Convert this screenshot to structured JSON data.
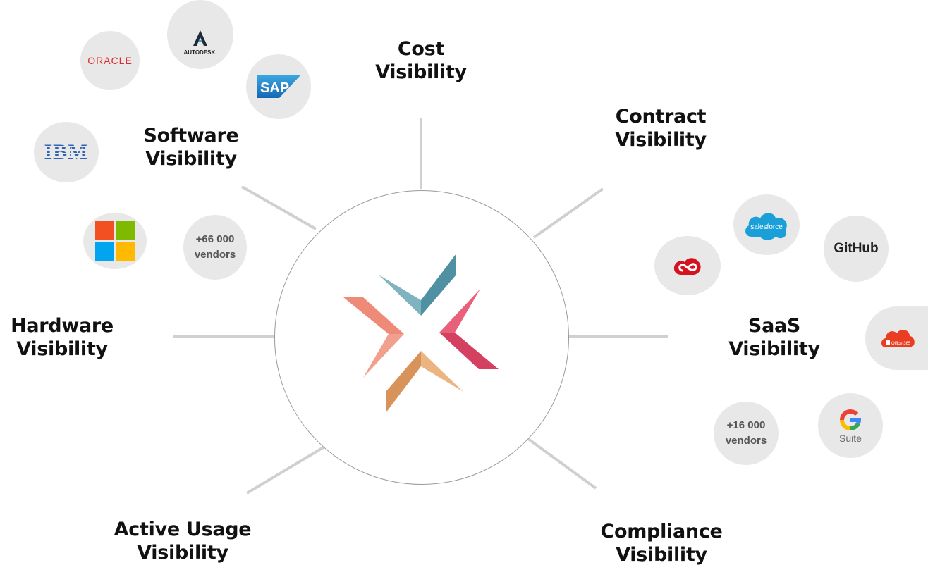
{
  "diagram": {
    "labels": {
      "cost": [
        "Cost",
        "Visibility"
      ],
      "contract": [
        "Contract",
        "Visibility"
      ],
      "software": [
        "Software",
        "Visibility"
      ],
      "hardware": [
        "Hardware",
        "Visibility"
      ],
      "saas": [
        "SaaS",
        "Visibility"
      ],
      "active_usage": [
        "Active Usage",
        "Visibility"
      ],
      "compliance": [
        "Compliance",
        "Visibility"
      ]
    },
    "software_vendors_count": [
      "+66 000",
      "vendors"
    ],
    "saas_vendors_count": [
      "+16 000",
      "vendors"
    ],
    "logos": {
      "oracle": "ORACLE",
      "autodesk": "AUTODESK.",
      "sap": "SAP",
      "ibm": "IBM",
      "salesforce": "salesforce",
      "github": "GitHub",
      "office365": "Office 365",
      "gsuite": "Suite"
    },
    "colors": {
      "spoke": "#d0d0d0",
      "circle_border": "#9a9a9a",
      "bubble": "#e8e8e8",
      "logo_top": "#5a9aab",
      "logo_right": "#d94a6a",
      "logo_bottom": "#e0a070",
      "logo_left": "#f08a7a"
    }
  }
}
